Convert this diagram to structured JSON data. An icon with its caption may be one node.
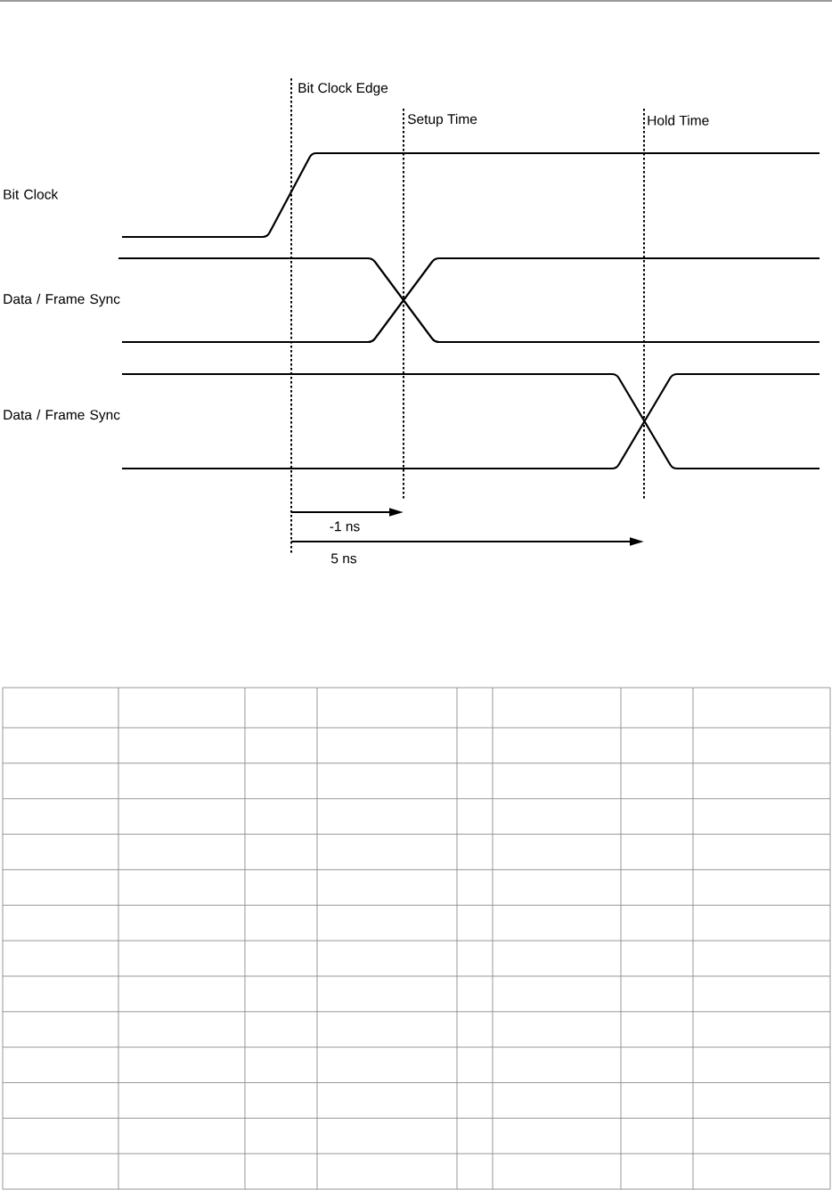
{
  "diagram": {
    "labels": [
      "Bit Clock Edge",
      "Setup Time",
      "Hold Time",
      "Bit Clock",
      "Data / Frame Sync",
      "Data / Frame Sync",
      "-1 ns",
      "5 ns"
    ]
  }
}
